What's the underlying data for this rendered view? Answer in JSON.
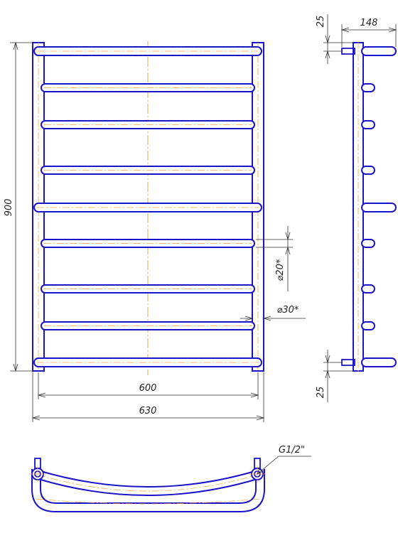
{
  "colors": {
    "pipe": "#1c14c8",
    "pipe_inner": "#2a22d8",
    "center_line": "#f2a640",
    "dimension": "#333333",
    "background": "#ffffff"
  },
  "front_view": {
    "height_label": "900",
    "width_inner_label": "600",
    "width_outer_label": "630",
    "rung_diameter_label": "⌀20*",
    "rail_diameter_label": "⌀30*",
    "rung_count": 9
  },
  "side_view": {
    "depth_label": "148",
    "top_offset_label": "25",
    "bottom_offset_label": "25"
  },
  "top_view": {
    "thread_label": "G1/2\""
  }
}
